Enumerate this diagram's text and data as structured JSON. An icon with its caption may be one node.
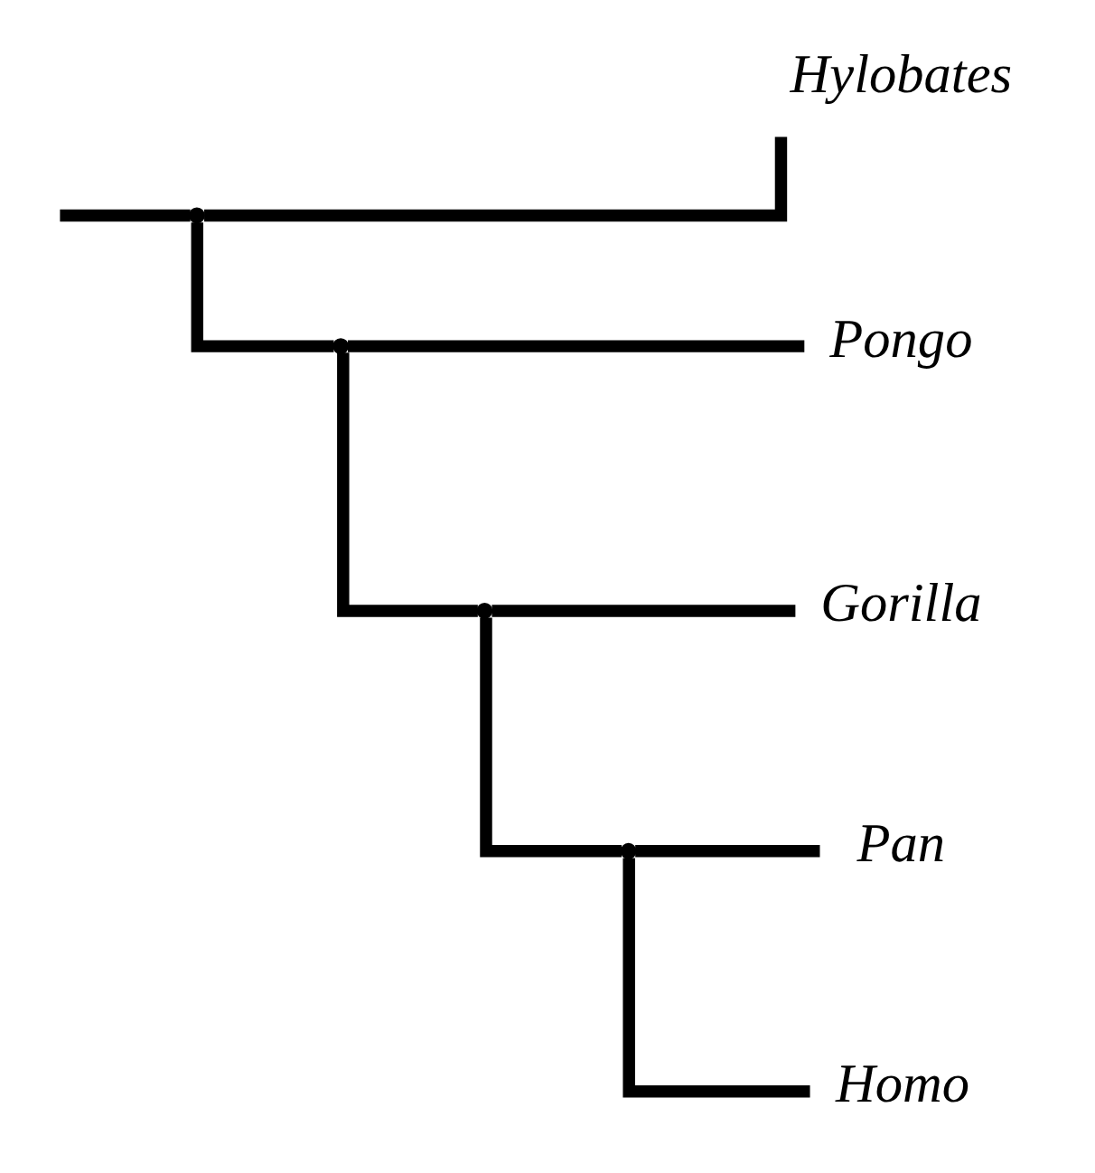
{
  "diagram": {
    "nodes": [
      {
        "text": [],
        "shape": "point"
      },
      {
        "text": [
          "Hylobates"
        ]
      },
      {
        "text": [],
        "shape": "point"
      },
      {
        "text": [
          "Pongo"
        ]
      },
      {
        "text": [],
        "shape": "point"
      },
      {
        "text": [
          "Gorilla"
        ]
      },
      {
        "text": [],
        "shape": "point"
      },
      {
        "text": [
          "Pan"
        ]
      },
      {
        "text": [
          "Homo"
        ]
      }
    ],
    "edges": [
      {
        "from": null,
        "to": 0,
        "arrow": "none"
      },
      {
        "from": 0,
        "to": 1,
        "arrow": "none"
      },
      {
        "from": 0,
        "to": 2,
        "arrow": "none"
      },
      {
        "from": 2,
        "to": 3,
        "arrow": "none"
      },
      {
        "from": 2,
        "to": 4,
        "arrow": "none"
      },
      {
        "from": 4,
        "to": 5,
        "arrow": "none"
      },
      {
        "from": 4,
        "to": 6,
        "arrow": "none"
      },
      {
        "from": 6,
        "to": 7,
        "arrow": "none"
      },
      {
        "from": 6,
        "to": 8,
        "arrow": "none"
      }
    ]
  }
}
